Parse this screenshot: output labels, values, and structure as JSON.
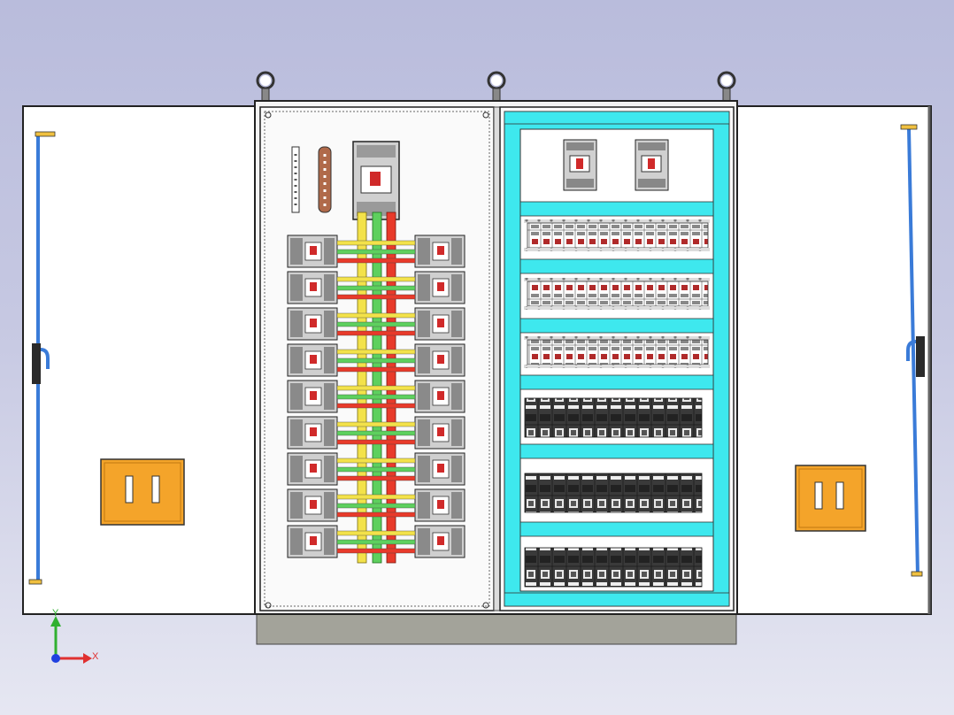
{
  "viewport": {
    "background_top": "#b9bcdc",
    "background_bottom": "#e6e7f2",
    "triad": {
      "x_label": "X",
      "y_label": "Y",
      "x_color": "#e03030",
      "y_color": "#30b030",
      "origin_color": "#2040e0"
    }
  },
  "cabinet": {
    "eye_bolts": 3,
    "body_color": "#ffffff",
    "plinth_color": "#a3a39a",
    "busbar_colors": {
      "phase_a": "#f3e24a",
      "phase_b": "#5ed05e",
      "phase_c": "#e83a2a"
    },
    "left_section": {
      "main_breakers": 1,
      "branch_breaker_rows": 9,
      "breakers_per_row": 2
    },
    "right_section": {
      "rail_color": "#3ee8ee",
      "top_breakers": 2,
      "mcb_rows": 3,
      "relay_rows": 3
    },
    "doors": {
      "handle_color": "#f4a42a",
      "hinge_rod_color": "#3a7bd8"
    }
  }
}
